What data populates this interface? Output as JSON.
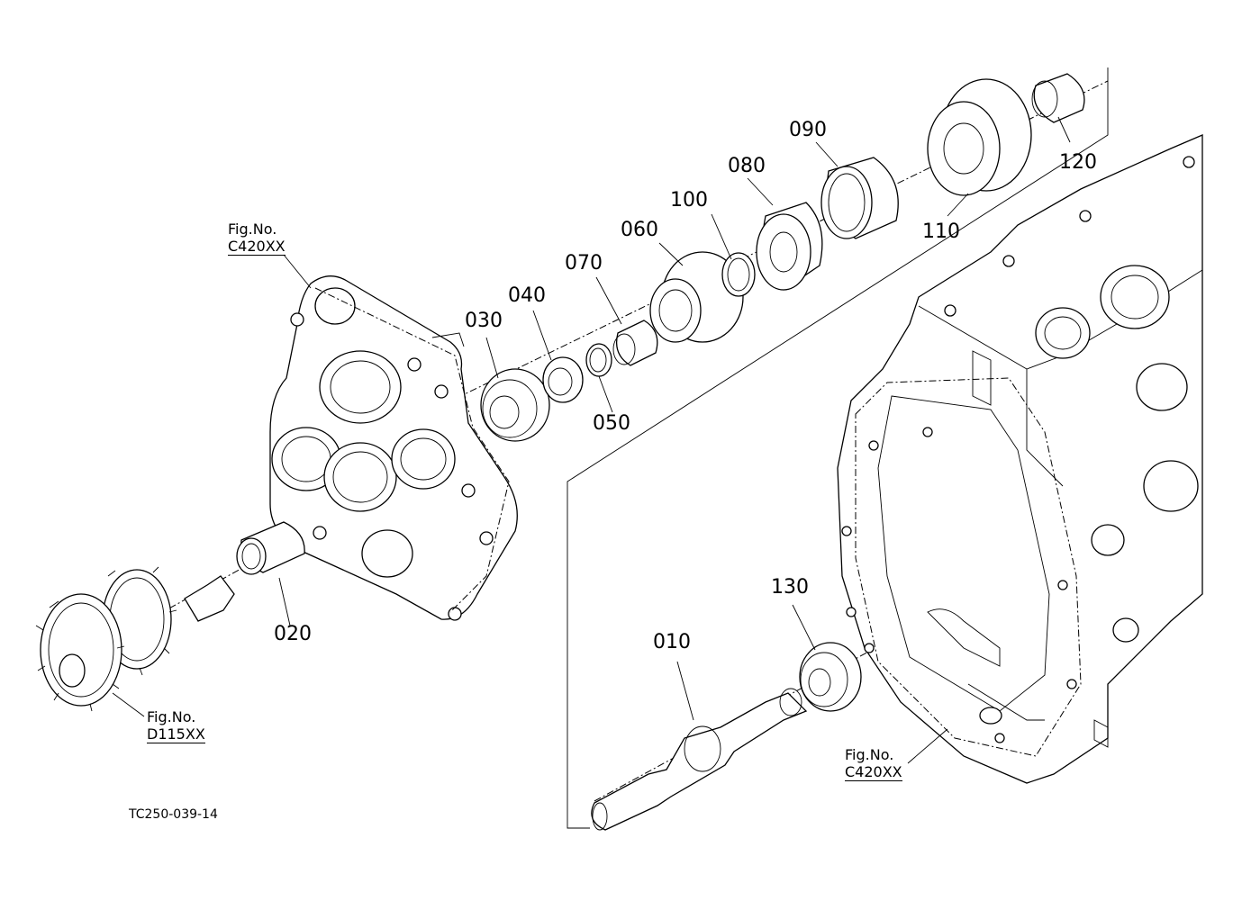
{
  "parts": {
    "p010": "010",
    "p020": "020",
    "p030": "030",
    "p040": "040",
    "p050": "050",
    "p060": "060",
    "p070": "070",
    "p080": "080",
    "p090": "090",
    "p100": "100",
    "p110": "110",
    "p120": "120",
    "p130": "130"
  },
  "figrefs": {
    "top_left": {
      "label": "Fig.No.",
      "code": "C420XX"
    },
    "bottom_left": {
      "label": "Fig.No.",
      "code": "D115XX"
    },
    "bottom_right": {
      "label": "Fig.No.",
      "code": "C420XX"
    }
  },
  "drawing_code": "TC250-039-14"
}
